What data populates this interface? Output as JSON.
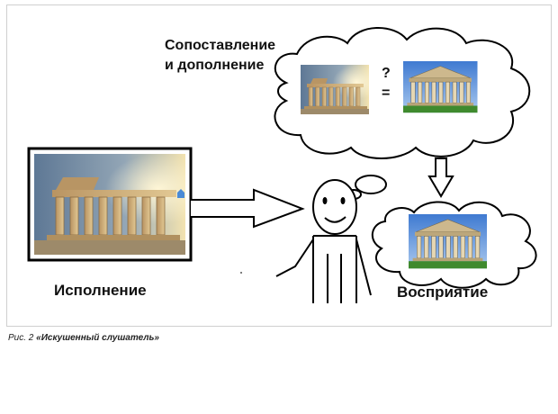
{
  "labels": {
    "comparison_line1": "Сопоставление",
    "comparison_line2": "и дополнение",
    "question_mark": "?",
    "equals_sign": "=",
    "performance": "Исполнение",
    "perception": "Восприятие"
  },
  "caption": {
    "prefix": "Рис. 2 ",
    "title": "«Искушенный слушатель»"
  },
  "colors": {
    "stroke": "#000000",
    "sky_photo": "#6f89a6",
    "sky_ideal": "#4f87d6",
    "stone_photo": "#c9a774",
    "stone_ideal": "#c8b48a",
    "grass": "#3f8a2e",
    "sun_glow": "#f6dc8c"
  },
  "icons": {
    "photo": "ruined-parthenon-photo",
    "ideal": "restored-parthenon-image",
    "person": "stick-figure"
  }
}
